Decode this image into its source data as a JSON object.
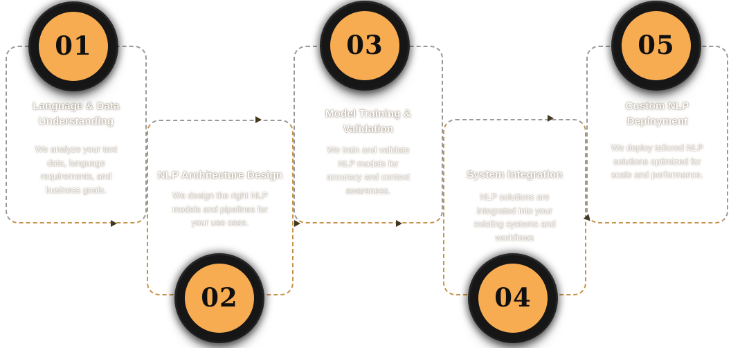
{
  "diagram": {
    "name": "NLP implementation process",
    "background": "#FFFFFF",
    "colors": {
      "circle_fill": "#F8AC52",
      "circle_ring": "#161616",
      "number_text": "#101010",
      "dash_gray": "#98999A",
      "dash_tan": "#C6924A",
      "arrow": "#42381F",
      "text": "#FFFFFF"
    },
    "flow": {
      "arrow_icon": "triangle-right-arrow"
    }
  },
  "steps": [
    {
      "number": "01",
      "title": "Language & Data Understanding",
      "title_lines": [
        "Language & Data",
        "Understanding"
      ],
      "desc_lines": [
        "We analyze your text",
        "data, language",
        "requirements, and",
        "business goals."
      ],
      "position": "top"
    },
    {
      "number": "02",
      "title": "NLP Architecture Design",
      "title_lines": [
        "NLP Architecture Design"
      ],
      "desc_lines": [
        "We design the right NLP",
        "models and pipelines for",
        "your use case."
      ],
      "position": "bottom"
    },
    {
      "number": "03",
      "title": "Model Training & Validation",
      "title_lines": [
        "Model Training &",
        "Validation"
      ],
      "desc_lines": [
        "We train and validate",
        "NLP models for",
        "accuracy and context",
        "awareness."
      ],
      "position": "top"
    },
    {
      "number": "04",
      "title": "System Integration",
      "title_lines": [
        "System Integration"
      ],
      "desc_lines": [
        "NLP solutions are",
        "integrated into your",
        "existing systems and",
        "workflows"
      ],
      "position": "bottom"
    },
    {
      "number": "05",
      "title": "Custom NLP Deployment",
      "title_lines": [
        "Custom NLP",
        "Deployment"
      ],
      "desc_lines": [
        "We deploy tailored NLP",
        "solutions optimized for",
        "scale and performance."
      ],
      "position": "top"
    }
  ]
}
